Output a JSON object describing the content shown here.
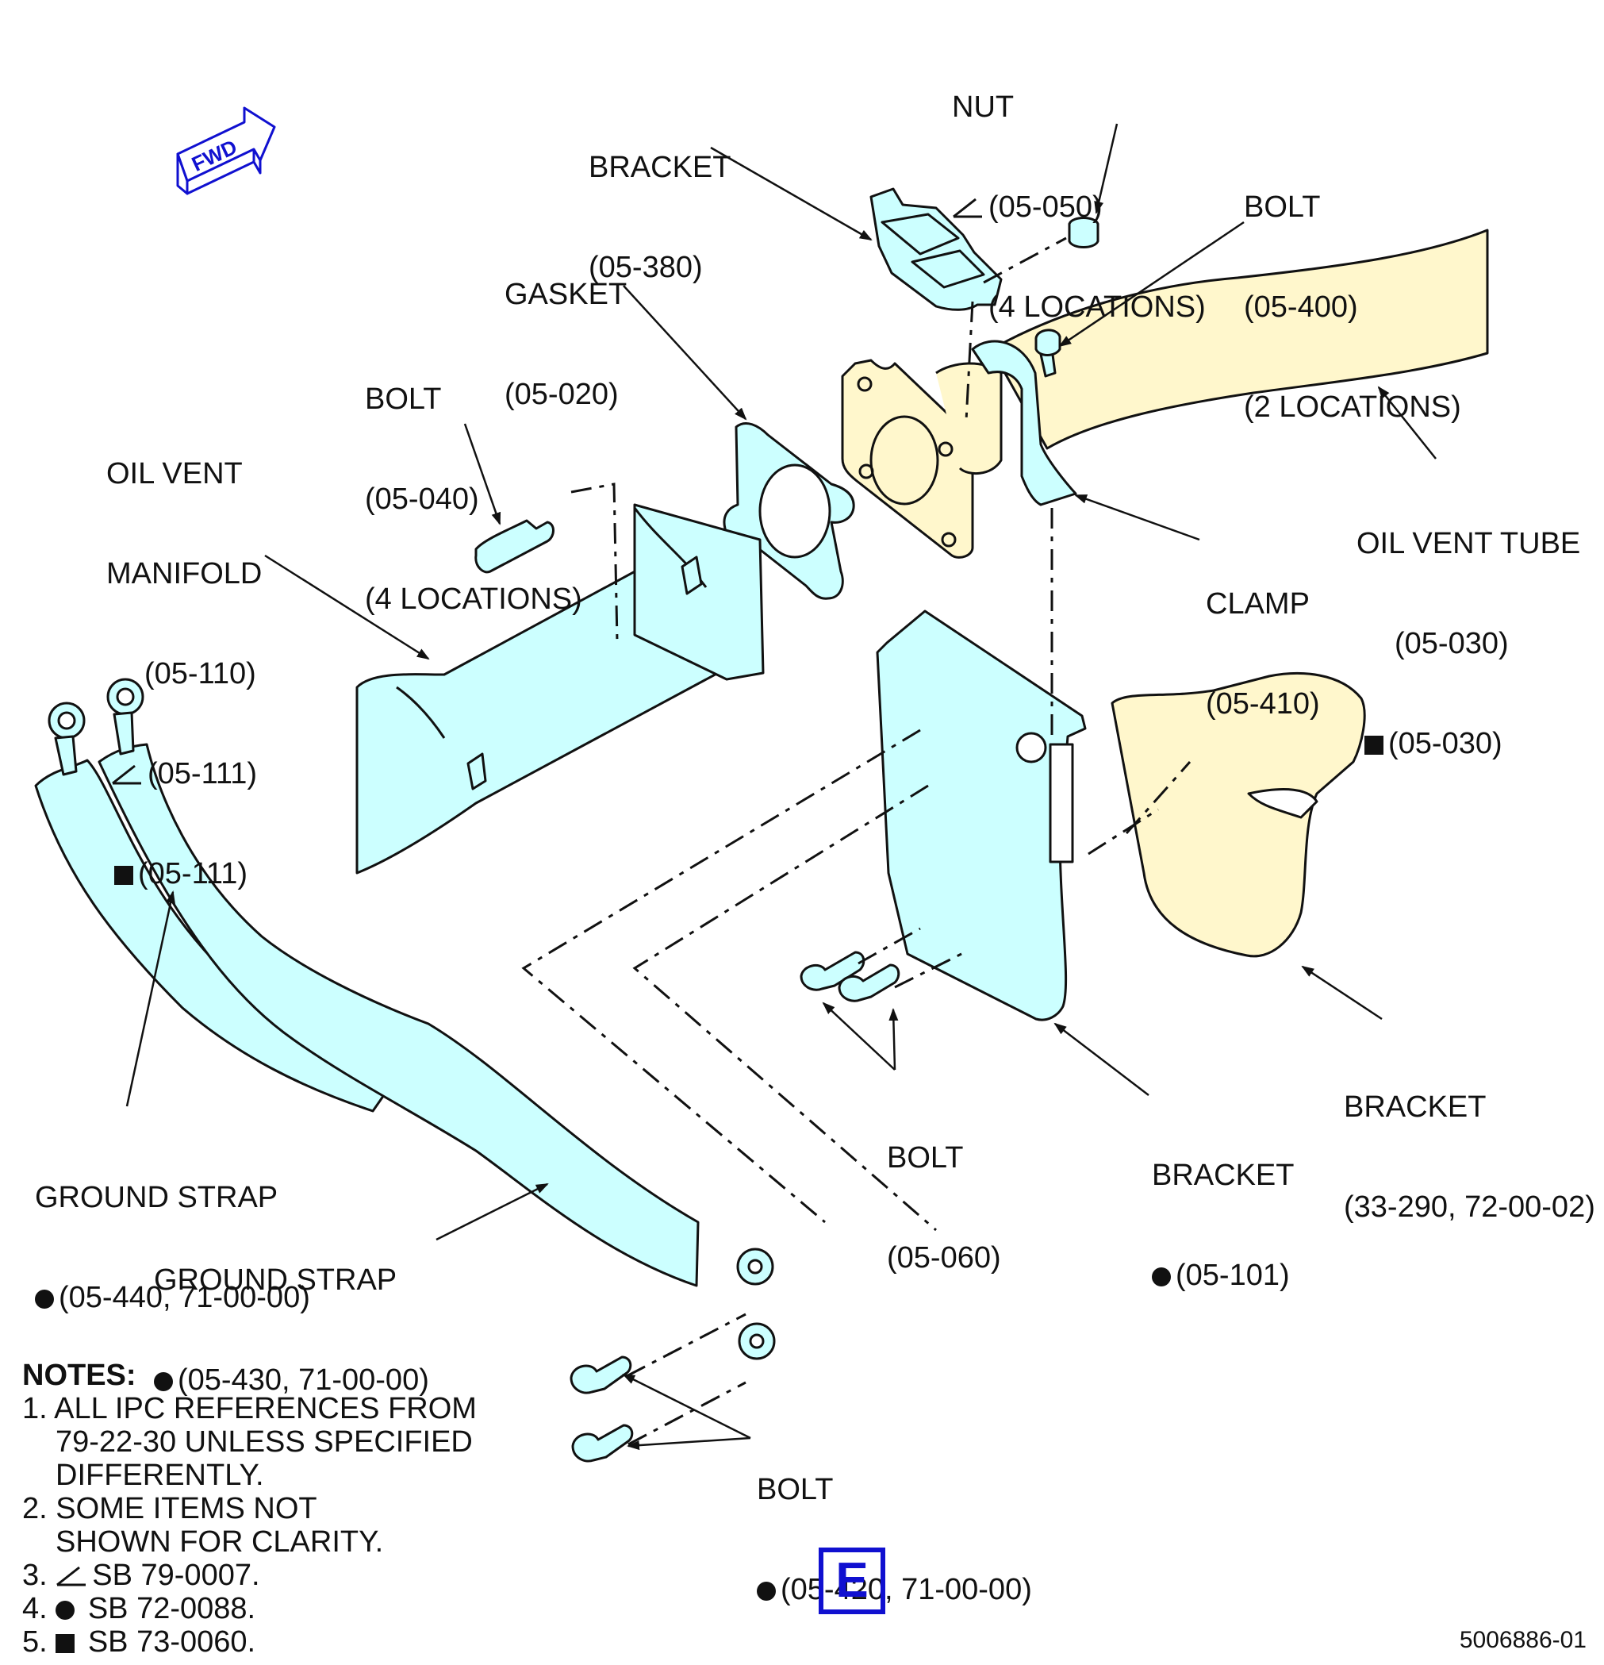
{
  "labels": {
    "nut": {
      "name": "NUT",
      "ref": "(05-050)",
      "qty": "(4 LOCATIONS)"
    },
    "bracket_380": {
      "name": "BRACKET",
      "ref": "(05-380)"
    },
    "bolt_400": {
      "name": "BOLT",
      "ref": "(05-400)",
      "qty": "(2 LOCATIONS)"
    },
    "gasket": {
      "name": "GASKET",
      "ref": "(05-020)"
    },
    "bolt_040": {
      "name": "BOLT",
      "ref": "(05-040)",
      "qty": "(4 LOCATIONS)"
    },
    "manifold": {
      "name1": "OIL VENT",
      "name2": "MANIFOLD",
      "ref1": "(05-110)",
      "ref2": "(05-111)",
      "ref3": "(05-111)"
    },
    "oil_vent_tube": {
      "name": "OIL VENT TUBE",
      "ref1": "(05-030)",
      "ref2": "(05-030)"
    },
    "clamp": {
      "name": "CLAMP",
      "ref": "(05-410)"
    },
    "bracket_33290": {
      "name": "BRACKET",
      "ref": "(33-290, 72-00-02)"
    },
    "bracket_101": {
      "name": "BRACKET",
      "ref": "(05-101)"
    },
    "bolt_060": {
      "name": "BOLT",
      "ref": "(05-060)"
    },
    "ground_strap_440": {
      "name": "GROUND STRAP",
      "ref": "(05-440, 71-00-00)"
    },
    "ground_strap_430": {
      "name": "GROUND STRAP",
      "ref": "(05-430, 71-00-00)"
    },
    "bolt_420": {
      "name": "BOLT",
      "ref": "(05-420, 71-00-00)"
    }
  },
  "fwd_arrow": {
    "text": "FWD",
    "color": "#1010d0"
  },
  "notes": {
    "heading": "NOTES:",
    "n1a": "1. ALL IPC REFERENCES FROM",
    "n1b": "79-22-30 UNLESS SPECIFIED",
    "n1c": "DIFFERENTLY.",
    "n2a": "2. SOME ITEMS NOT",
    "n2b": "SHOWN FOR CLARITY.",
    "n3_num": "3.",
    "n3": "SB 79-0007.",
    "n4_num": "4.",
    "n4": "SB 72-0088.",
    "n5_num": "5.",
    "n5": "SB 73-0060."
  },
  "view_label": "E",
  "doc_number": "5006886-01",
  "colors": {
    "cyan_part": "#ccffff",
    "tan_part": "#fff7cc",
    "stroke": "#111111",
    "accent": "#1010d0"
  }
}
